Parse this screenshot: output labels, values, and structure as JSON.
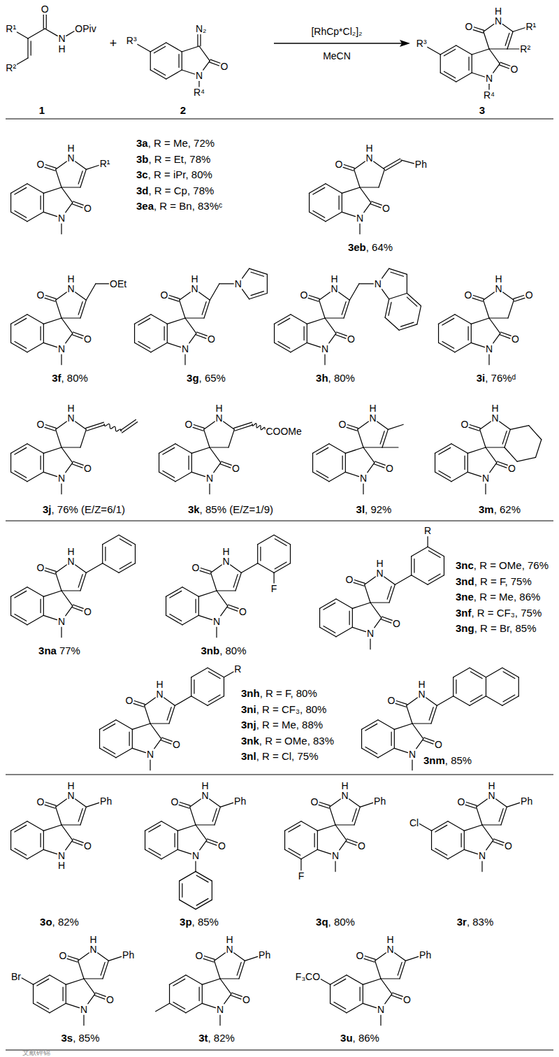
{
  "diagram": {
    "labels": [
      "R¹",
      "R²",
      "O",
      "N",
      "H",
      "OPiv",
      "+",
      "N₂",
      "O",
      "N",
      "R⁴",
      "R³",
      "[RhCp*Cl₂]₂",
      "MeCN",
      "H",
      "N",
      "O",
      "O",
      "N",
      "R¹",
      "R²",
      "R³",
      "R⁴",
      "1",
      "2",
      "3",
      "H",
      "N",
      "O",
      "O",
      "N",
      "R¹",
      "3a",
      ", R = Me, 72%",
      "3b",
      ", R = Et, 78%",
      "3c",
      ", R = iPr, 80%",
      "3d",
      ", R = Cp, 78%",
      "3ea",
      ", R = Bn, 83%ᶜ",
      "H",
      "N",
      "O",
      "O",
      "N",
      "Ph",
      "3eb",
      ", 64%",
      "H",
      "N",
      "O",
      "O",
      "N",
      "OEt",
      "3f",
      ", 80%",
      "H",
      "N",
      "O",
      "O",
      "N",
      "N",
      "3g",
      ", 65%",
      "H",
      "N",
      "O",
      "O",
      "N",
      "N",
      "3h",
      ", 80%",
      "H",
      "N",
      "O",
      "O",
      "N",
      "O",
      "3i",
      ", 76%ᵈ",
      "H",
      "N",
      "O",
      "O",
      "N",
      "3j",
      ", 76% (E/Z=6/1)",
      "H",
      "N",
      "O",
      "O",
      "N",
      "COOMe",
      "3k",
      ", 85% (E/Z=1/9)",
      "H",
      "N",
      "O",
      "O",
      "N",
      "3l",
      ", 92%",
      "H",
      "N",
      "O",
      "O",
      "N",
      "3m",
      ", 62%",
      "H",
      "N",
      "O",
      "O",
      "N",
      "3na",
      "77%",
      "H",
      "N",
      "O",
      "O",
      "N",
      "F",
      "3nb",
      ", 80%",
      "H",
      "N",
      "O",
      "O",
      "N",
      "R",
      "3nc",
      ", R = OMe, 76%",
      "3nd",
      ", R = F, 75%",
      "3ne",
      ", R = Me, 86%",
      "3nf",
      ", R = CF₃, 75%",
      "3ng",
      ", R = Br, 85%",
      "H",
      "N",
      "O",
      "O",
      "N",
      "R",
      "3nh",
      ", R = F, 80%",
      "3ni",
      ", R = CF₃, 80%",
      "3nj",
      ", R = Me, 88%",
      "3nk",
      ", R = OMe, 83%",
      "3nl",
      ", R = Cl, 75%",
      "H",
      "N",
      "O",
      "O",
      "N",
      "3nm",
      ", 85%",
      "H",
      "N",
      "O",
      "O",
      "N",
      "H",
      "Ph",
      "3o",
      ", 82%",
      "H",
      "N",
      "O",
      "O",
      "N",
      "Ph",
      "3p",
      ", 85%",
      "H",
      "N",
      "O",
      "O",
      "N",
      "Ph",
      "F",
      "3q",
      ", 80%",
      "H",
      "N",
      "O",
      "O",
      "N",
      "Ph",
      "Cl",
      "3r",
      ", 83%",
      "H",
      "N",
      "O",
      "O",
      "N",
      "Ph",
      "Br",
      "3s",
      ", 85%",
      "H",
      "N",
      "O",
      "O",
      "N",
      "Ph",
      "3t",
      ", 82%",
      "H",
      "N",
      "O",
      "O",
      "N",
      "Ph",
      "F₃CO",
      "3u",
      ", 86%",
      "文献碎锦"
    ]
  }
}
